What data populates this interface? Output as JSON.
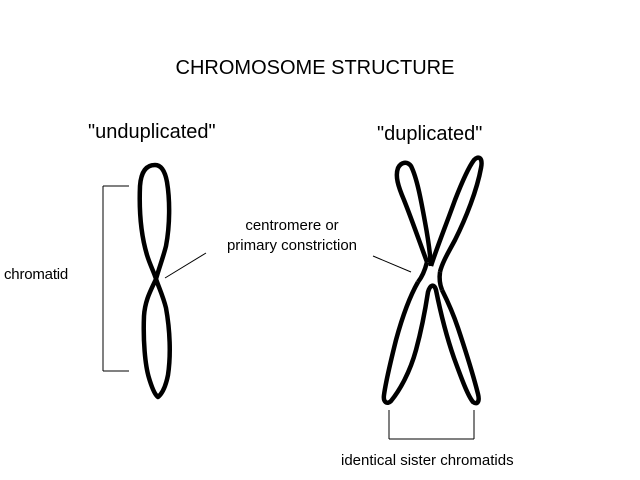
{
  "diagram": {
    "title": "CHROMOSOME STRUCTURE",
    "labels": {
      "unduplicated": "\"unduplicated\"",
      "duplicated": "\"duplicated\"",
      "centromere_line1": "centromere or",
      "centromere_line2": "primary constriction",
      "chromatid": "chromatid",
      "sister_chromatids": "identical sister chromatids"
    },
    "colors": {
      "ink": "#000000",
      "background": "#ffffff"
    }
  }
}
